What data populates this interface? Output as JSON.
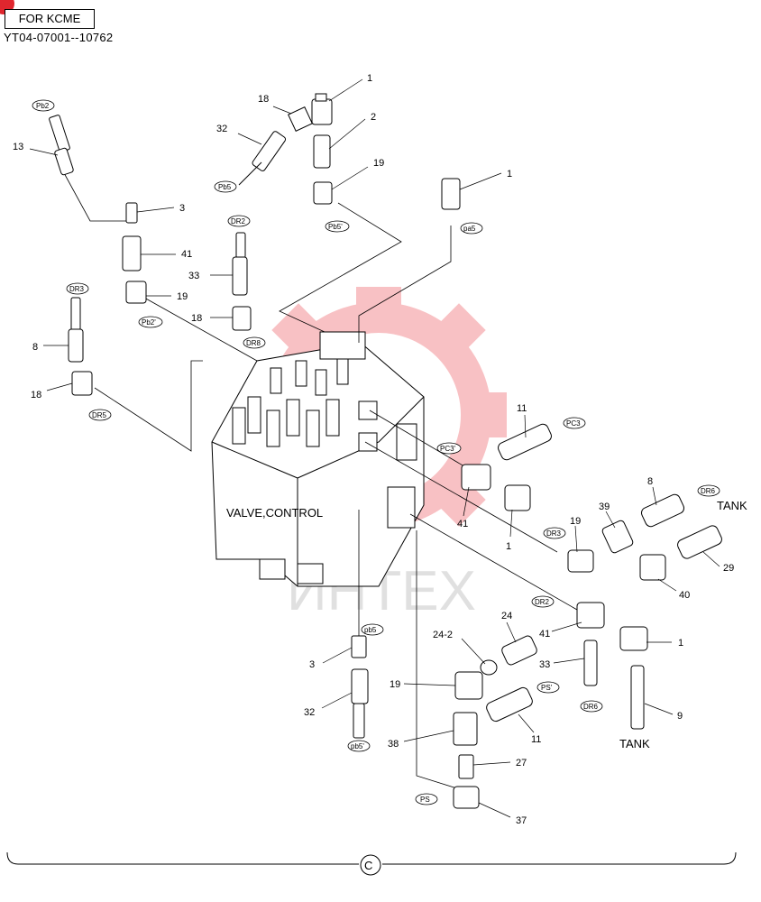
{
  "header": {
    "box_label": "FOR KCME",
    "serial": "YT04-07001--10762"
  },
  "watermark_text": "ИНТЕХ",
  "watermark_color": "#e8262e",
  "main_label": "VALVE,CONTROL",
  "section_marker": "C",
  "tank_labels": [
    "TANK",
    "TANK"
  ],
  "part_labels": [
    "1",
    "18",
    "2",
    "32",
    "19",
    "13",
    "1",
    "3",
    "41",
    "33",
    "19",
    "18",
    "8",
    "18",
    "11",
    "39",
    "8",
    "41",
    "19",
    "1",
    "29",
    "40",
    "24",
    "24-2",
    "41",
    "1",
    "3",
    "33",
    "19",
    "9",
    "32",
    "11",
    "38",
    "27",
    "37"
  ],
  "port_tags": [
    "Pb2",
    "Pb5",
    "Pb5'",
    "pa5",
    "DR2",
    "Pb2'",
    "DR3",
    "DR8",
    "DR5",
    "PC3",
    "PC3'",
    "DR6",
    "DR3",
    "DR2",
    "pb5",
    "DR6",
    "PS'",
    "pb5'",
    "PS"
  ]
}
